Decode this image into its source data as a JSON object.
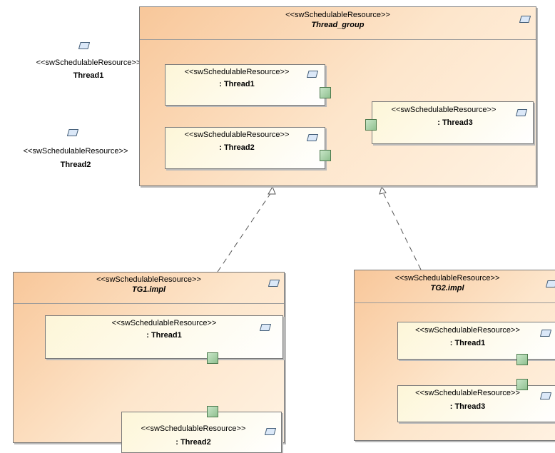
{
  "stereotype": "<<swSchedulableResource>>",
  "thread1": {
    "name": "Thread1"
  },
  "thread2": {
    "name": "Thread2"
  },
  "thread_group": {
    "name": "Thread_group",
    "parts": [
      ": Thread1",
      ": Thread2",
      ": Thread3"
    ]
  },
  "tg1": {
    "name": "TG1.impl",
    "parts": [
      ": Thread1",
      ": Thread2"
    ]
  },
  "tg2": {
    "name": "TG2.impl",
    "parts": [
      ": Thread1",
      ": Thread3"
    ]
  },
  "icons": {
    "element": "resource-parallelogram-icon",
    "port": "port-square",
    "generalization": "hollow-triangle-arrow"
  },
  "colors": {
    "class_fill_start": "#f8c79a",
    "class_fill_end": "#fff2e2",
    "part_fill": "#fdf6d8",
    "port_fill": "#a8d4a8",
    "border": "#7a7a7a"
  }
}
